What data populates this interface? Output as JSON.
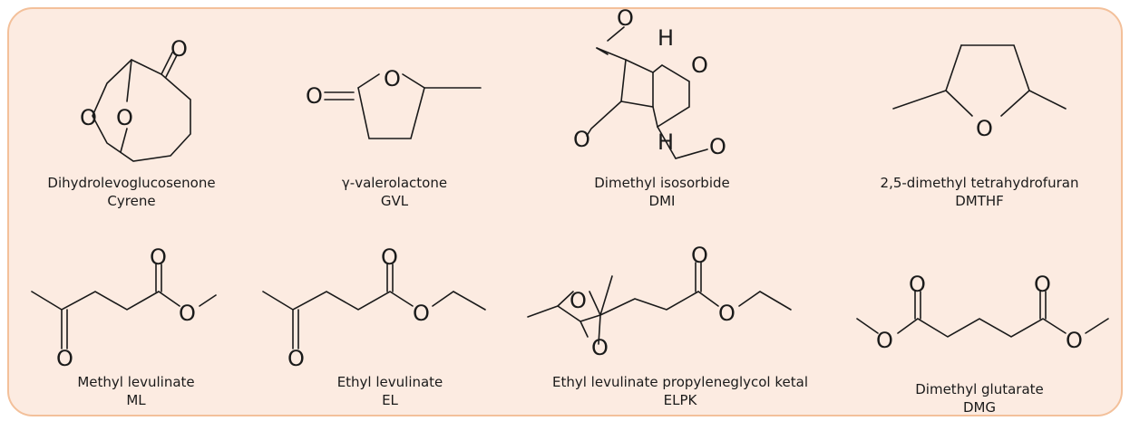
{
  "compounds": [
    {
      "name": "Dihydrolevoglucosenone",
      "abbr": "Cyrene"
    },
    {
      "name": "γ-valerolactone",
      "abbr": "GVL"
    },
    {
      "name": "Dimethyl isosorbide",
      "abbr": "DMI"
    },
    {
      "name": "2,5-dimethyl tetrahydrofuran",
      "abbr": "DMTHF"
    },
    {
      "name": "Methyl levulinate",
      "abbr": "ML"
    },
    {
      "name": "Ethyl levulinate",
      "abbr": "EL"
    },
    {
      "name": "Ethyl levulinate propyleneglycol ketal",
      "abbr": "ELPK"
    },
    {
      "name": "Dimethyl glutarate",
      "abbr": "DMG"
    }
  ],
  "atom_labels": {
    "oxygen": "O",
    "hydrogen": "H"
  },
  "colors": {
    "panel_fill": "#fcebe1",
    "panel_border": "#f3c09a",
    "ink": "#1a1a1a"
  }
}
